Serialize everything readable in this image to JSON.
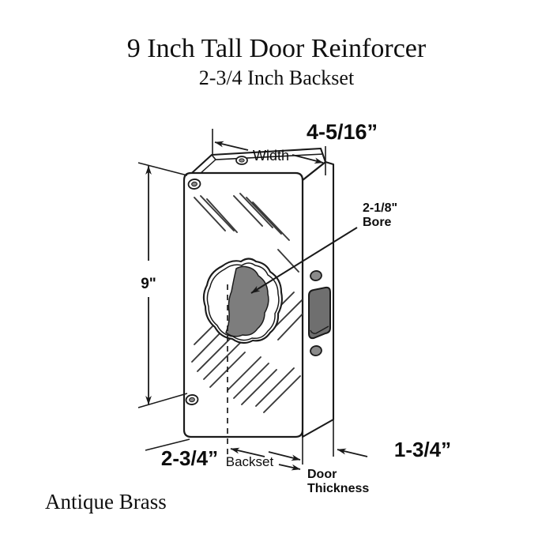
{
  "title": {
    "main": "9 Inch Tall Door Reinforcer",
    "sub": "2-3/4 Inch Backset"
  },
  "footer": {
    "finish": "Antique Brass"
  },
  "diagram": {
    "product": "door-reinforcer-plate",
    "view": "isometric-exploded-dimension",
    "labels": {
      "width_value": "4-5/16”",
      "width_name": "Width",
      "height_value": "9\"",
      "bore_value": "2-1/8\"",
      "bore_name": "Bore",
      "backset_value": "2-3/4”",
      "backset_name": "Backset",
      "thickness_value": "1-3/4”",
      "thickness_name_line1": "Door",
      "thickness_name_line2": "Thickness"
    },
    "colors": {
      "line": "#1a1a1a",
      "bore_fill": "#7d7d7d",
      "latch_fill": "#6f6f6f",
      "screw_fill": "#8a8a8a",
      "face_fill": "#ffffff",
      "shine": "#3a3a3a"
    }
  }
}
